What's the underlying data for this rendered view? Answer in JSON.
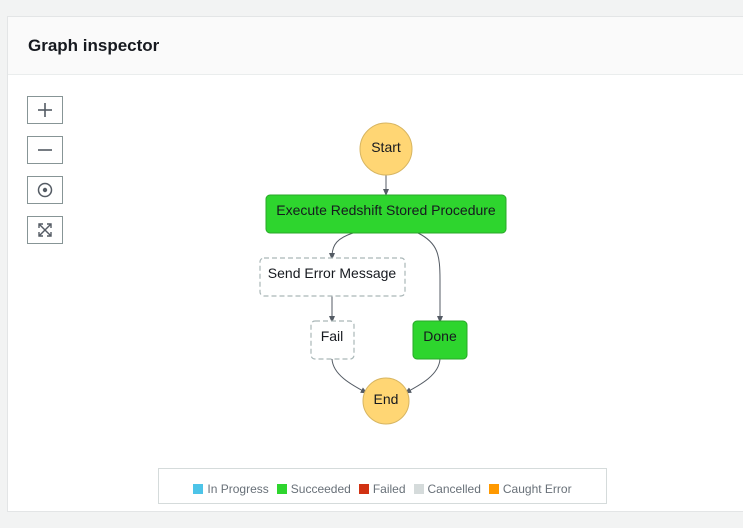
{
  "panel": {
    "title": "Graph inspector"
  },
  "zoom_controls": [
    {
      "name": "zoom-in-button",
      "icon": "plus-icon"
    },
    {
      "name": "zoom-out-button",
      "icon": "minus-icon"
    },
    {
      "name": "center-button",
      "icon": "target-icon"
    },
    {
      "name": "fit-button",
      "icon": "expand-icon"
    }
  ],
  "graph": {
    "nodes": {
      "start": "Start",
      "execute": "Execute Redshift Stored Procedure",
      "send_error": "Send Error Message",
      "fail": "Fail",
      "done": "Done",
      "end": "End"
    },
    "colors": {
      "terminal": "#ffd674",
      "succeeded": "#2ed52e",
      "not_run_border": "#aab7b8",
      "edge": "#545b64"
    }
  },
  "legend": [
    {
      "label": "In Progress",
      "color": "#4dc4e8"
    },
    {
      "label": "Succeeded",
      "color": "#2ed52e"
    },
    {
      "label": "Failed",
      "color": "#d13212"
    },
    {
      "label": "Cancelled",
      "color": "#d5dbdb"
    },
    {
      "label": "Caught Error",
      "color": "#ff9900"
    }
  ]
}
